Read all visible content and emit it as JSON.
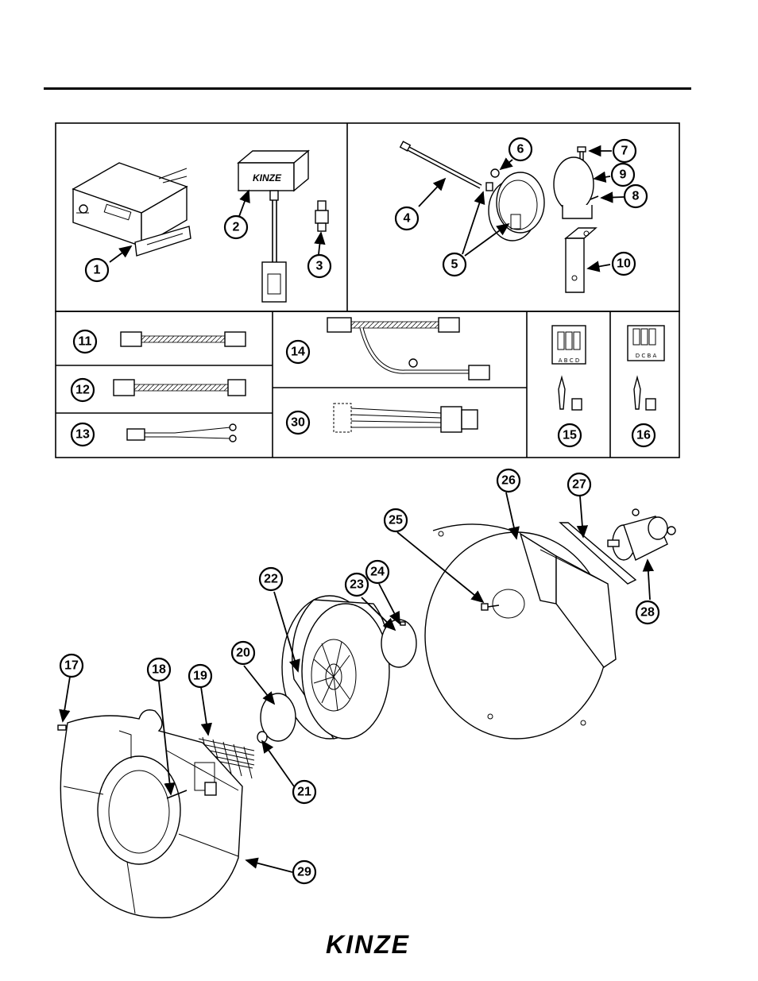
{
  "brand": {
    "logo_text": "KINZE",
    "module_label": "KINZE"
  },
  "callouts": [
    {
      "id": "1",
      "label": "1"
    },
    {
      "id": "2",
      "label": "2"
    },
    {
      "id": "3",
      "label": "3"
    },
    {
      "id": "4",
      "label": "4"
    },
    {
      "id": "5",
      "label": "5"
    },
    {
      "id": "6",
      "label": "6"
    },
    {
      "id": "7",
      "label": "7"
    },
    {
      "id": "8",
      "label": "8"
    },
    {
      "id": "9",
      "label": "9"
    },
    {
      "id": "10",
      "label": "10"
    },
    {
      "id": "11",
      "label": "11"
    },
    {
      "id": "12",
      "label": "12"
    },
    {
      "id": "13",
      "label": "13"
    },
    {
      "id": "14",
      "label": "14"
    },
    {
      "id": "15",
      "label": "15"
    },
    {
      "id": "16",
      "label": "16"
    },
    {
      "id": "17",
      "label": "17"
    },
    {
      "id": "18",
      "label": "18"
    },
    {
      "id": "19",
      "label": "19"
    },
    {
      "id": "20",
      "label": "20"
    },
    {
      "id": "21",
      "label": "21"
    },
    {
      "id": "22",
      "label": "22"
    },
    {
      "id": "23",
      "label": "23"
    },
    {
      "id": "24",
      "label": "24"
    },
    {
      "id": "25",
      "label": "25"
    },
    {
      "id": "26",
      "label": "26"
    },
    {
      "id": "27",
      "label": "27"
    },
    {
      "id": "28",
      "label": "28"
    },
    {
      "id": "29",
      "label": "29"
    },
    {
      "id": "30",
      "label": "30"
    }
  ],
  "connector_pins": {
    "left": "A B C D",
    "right": "D C B A"
  }
}
